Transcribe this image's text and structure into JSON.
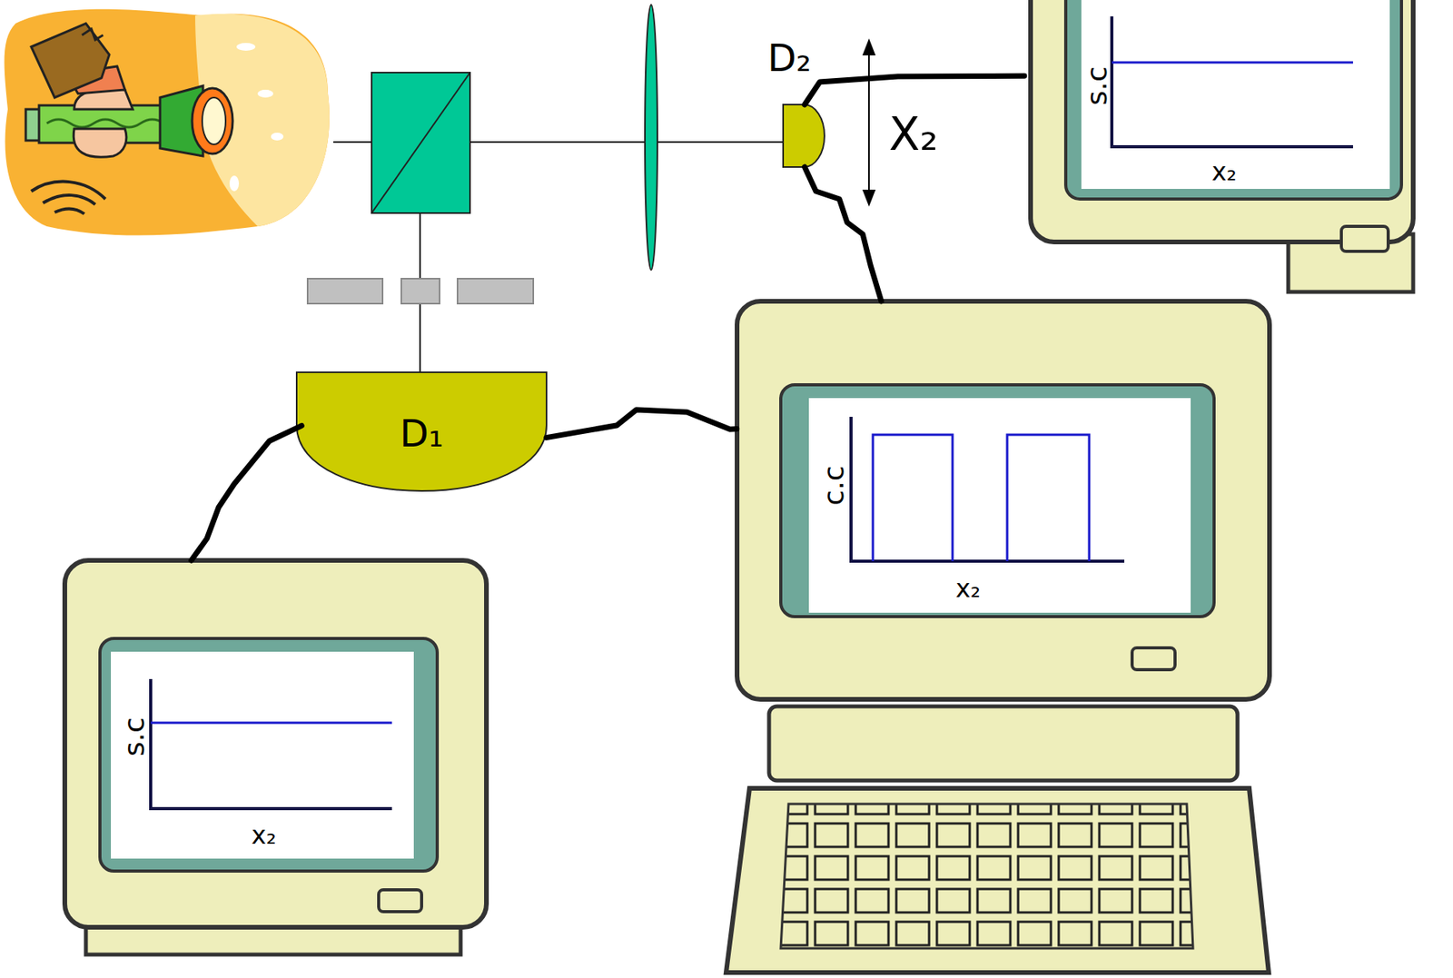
{
  "diagram": {
    "nodes": [
      {
        "text": [
          "D₂"
        ]
      },
      {
        "text": [
          "s.c",
          "x₂"
        ]
      },
      {
        "text": [
          "D₁"
        ]
      },
      {
        "text": [
          "c.c",
          "x₂"
        ]
      },
      {
        "text": [
          "s.c",
          "x₂"
        ]
      }
    ],
    "edges": [
      {
        "from": 0,
        "to": 1,
        "arrow": "none"
      },
      {
        "from": 0,
        "to": 3,
        "arrow": "none"
      },
      {
        "from": 2,
        "to": 3,
        "arrow": "none"
      },
      {
        "from": 2,
        "to": 4,
        "arrow": "none"
      }
    ],
    "labels": [
      "X₂"
    ]
  }
}
